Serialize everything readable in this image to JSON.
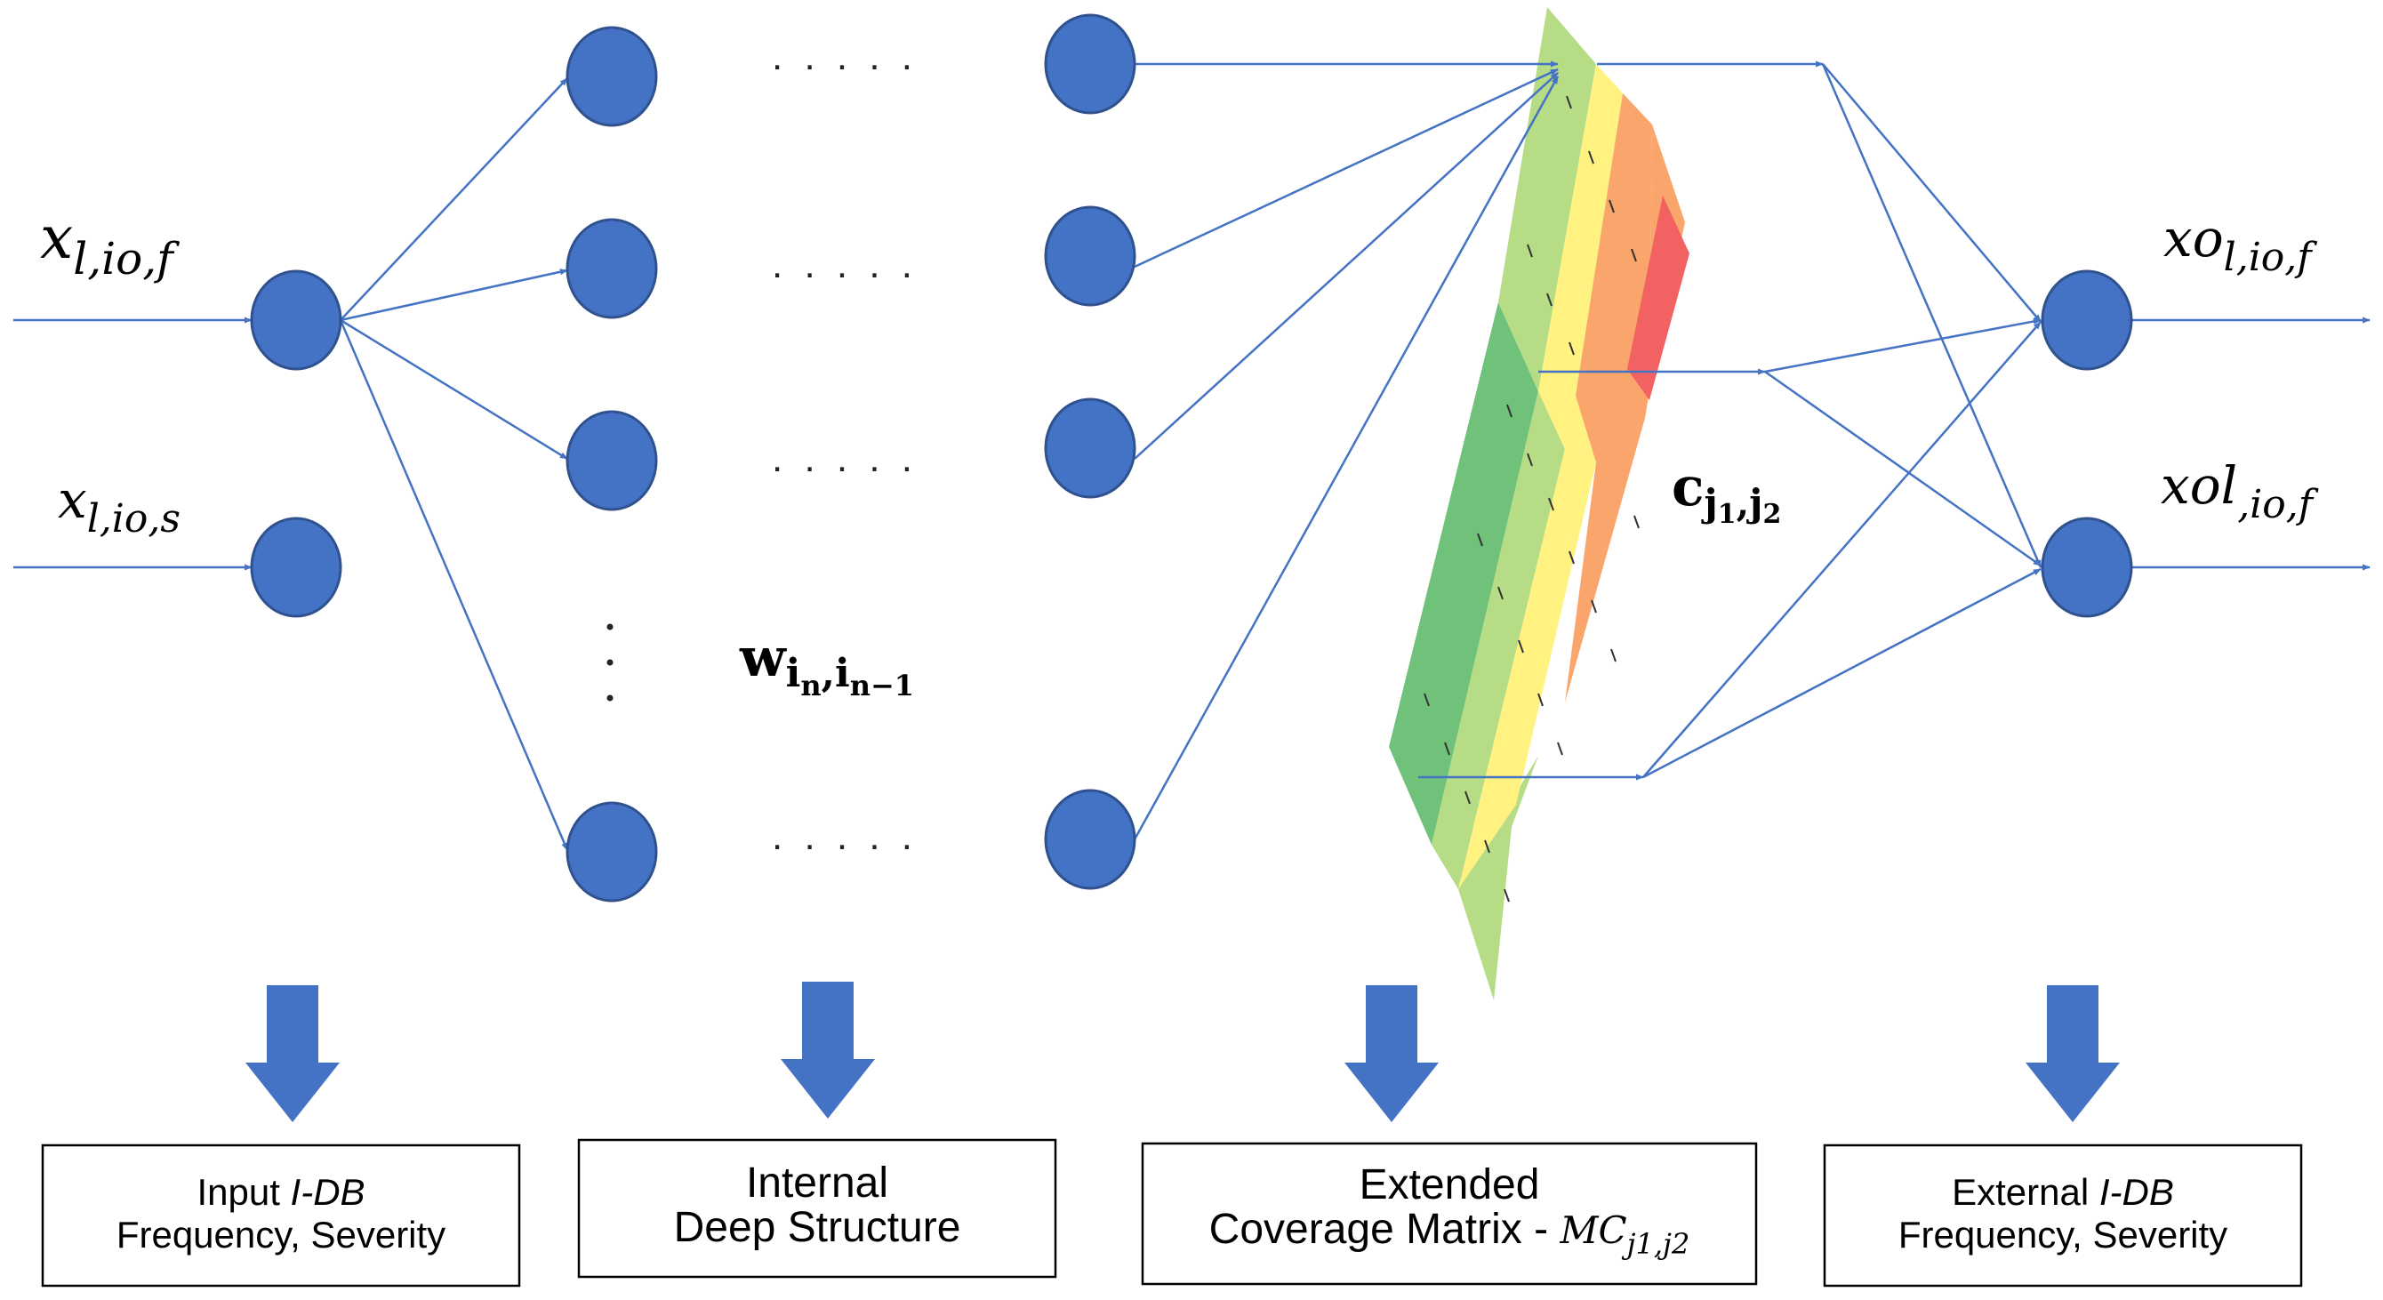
{
  "colors": {
    "node": "#4472C4",
    "node_stroke": "#2F528F",
    "edge": "#4472C4",
    "arrow_block": "#4472C4",
    "box_border": "#000000",
    "band_dark_green": "#70C27A",
    "band_light_green": "#B7DC86",
    "band_yellow": "#FFF280",
    "band_orange": "#F9A56B",
    "band_red": "#F26262"
  },
  "math_labels": {
    "input_f": {
      "base": "x",
      "sub": "l,io,f"
    },
    "input_s": {
      "base": "x",
      "sub": "l,io,s"
    },
    "output_f1": {
      "base": "xo",
      "sub": "l,io,f"
    },
    "output_f2": {
      "base": "xol",
      "sub": ",io,f"
    },
    "weights": {
      "base": "w",
      "sub": "i",
      "subsub1": "n",
      "comma": ",",
      "sub2": "i",
      "subsub2": "n−1"
    },
    "coverage": {
      "base": "c",
      "sub": "j",
      "subsub1": "1",
      "comma": ",",
      "sub2": "j",
      "subsub2": "2"
    }
  },
  "ellipsis": {
    "row1": ". . . . .",
    "row2": ". . . . .",
    "row3": ". . . . .",
    "row4": ". . . . ."
  },
  "boxes": {
    "input": {
      "word": "Input",
      "italic": "I-DB",
      "line2": "Frequency, Severity"
    },
    "internal": {
      "line1": "Internal",
      "line2": "Deep Structure"
    },
    "extended": {
      "line1": "Extended",
      "line2_text": "Coverage Matrix -",
      "math_base": "MC",
      "math_sub": "j1,j2"
    },
    "external": {
      "word": "External",
      "italic": "I-DB",
      "line2": "Frequency, Severity"
    }
  }
}
